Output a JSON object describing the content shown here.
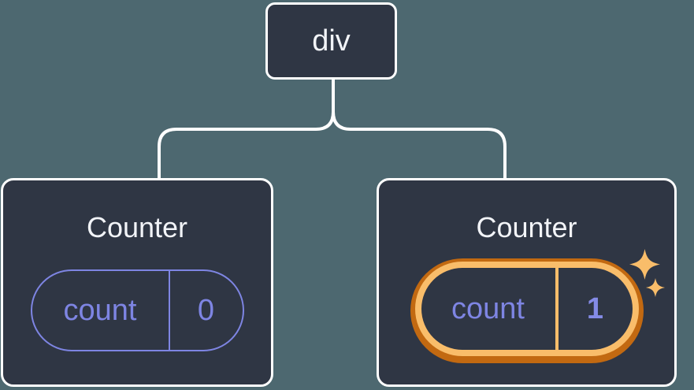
{
  "diagram": {
    "root": {
      "label": "div"
    },
    "children": [
      {
        "title": "Counter",
        "state_name": "count",
        "state_value": "0",
        "highlighted": false
      },
      {
        "title": "Counter",
        "state_name": "count",
        "state_value": "1",
        "highlighted": true
      }
    ]
  },
  "colors": {
    "background": "#4d6870",
    "node_fill": "#2f3644",
    "node_border": "#ffffff",
    "connector": "#ffffff",
    "text_primary": "#f2f4f8",
    "state_purple": "#7e85e3",
    "highlight_orange_dark": "#c26911",
    "highlight_orange_light": "#f9bd6a"
  },
  "icons": {
    "sparkle_large": "four-point-star",
    "sparkle_small": "four-point-star"
  }
}
